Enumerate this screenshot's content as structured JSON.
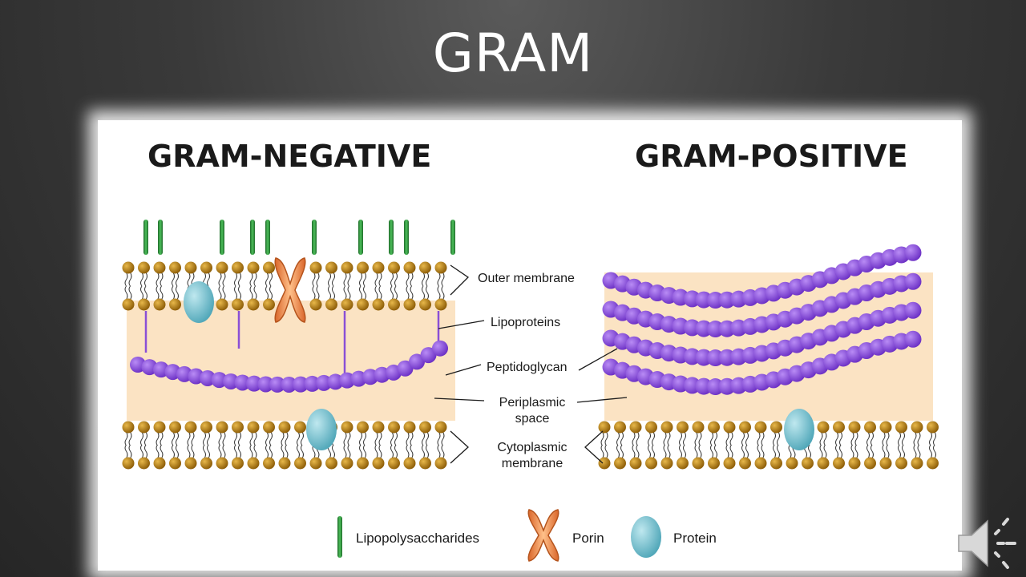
{
  "slide": {
    "title": "GRAM"
  },
  "diagram": {
    "left_heading": "GRAM-NEGATIVE",
    "right_heading": "GRAM-POSITIVE",
    "labels": {
      "outer_membrane": "Outer membrane",
      "lipoproteins": "Lipoproteins",
      "peptidoglycan": "Peptidoglycan",
      "periplasmic_line1": "Periplasmic",
      "periplasmic_line2": "space",
      "cytoplasmic_line1": "Cytoplasmic",
      "cytoplasmic_line2": "membrane"
    },
    "legend": {
      "lipopolysaccharides": "Lipopolysaccharides",
      "porin": "Porin",
      "protein": "Protein"
    },
    "colors": {
      "phospholipid_head": "#b8860b",
      "periplasm": "#fbe3c3",
      "peptidoglycan": "#8a4fd6",
      "lps": "#2e8b3a",
      "porin": "#f08a4b",
      "protein": "#7cc6d4"
    }
  },
  "controls": {
    "audio_icon": "speaker-icon"
  }
}
